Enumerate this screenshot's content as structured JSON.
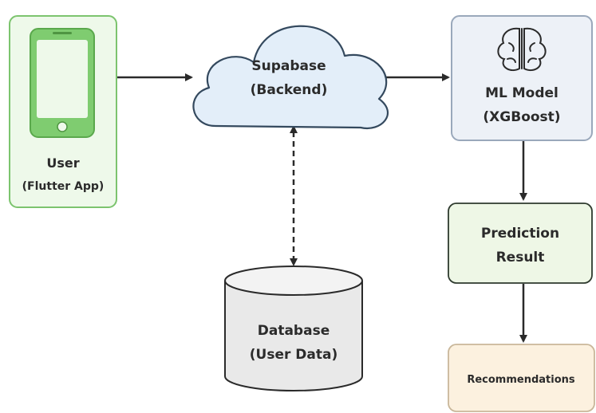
{
  "nodes": {
    "user": {
      "line1": "User",
      "line2": "(Flutter App)"
    },
    "supabase": {
      "line1": "Supabase",
      "line2": "(Backend)"
    },
    "ml_model": {
      "line1": "ML Model",
      "line2": "(XGBoost)"
    },
    "prediction": {
      "line1": "Prediction",
      "line2": "Result"
    },
    "database": {
      "line1": "Database",
      "line2": "(User Data)"
    },
    "recommendations": {
      "line1": "Recommendations"
    }
  },
  "icons": {
    "user": "smartphone-icon",
    "ml_model": "brain-icon"
  },
  "colors": {
    "user_fill": "#eef9ea",
    "user_stroke": "#7cc46e",
    "supabase_fill": "#e3eef9",
    "ml_fill": "#edf1f7",
    "prediction_fill": "#eef7e6",
    "database_fill": "#e9e9e9",
    "recommendations_fill": "#fcf1df",
    "arrow": "#2a2a2a"
  },
  "edges": [
    {
      "from": "user",
      "to": "supabase",
      "style": "solid"
    },
    {
      "from": "supabase",
      "to": "ml_model",
      "style": "solid"
    },
    {
      "from": "supabase",
      "to": "database",
      "style": "dashed-bidirectional"
    },
    {
      "from": "ml_model",
      "to": "prediction",
      "style": "solid"
    },
    {
      "from": "prediction",
      "to": "recommendations",
      "style": "solid"
    }
  ]
}
